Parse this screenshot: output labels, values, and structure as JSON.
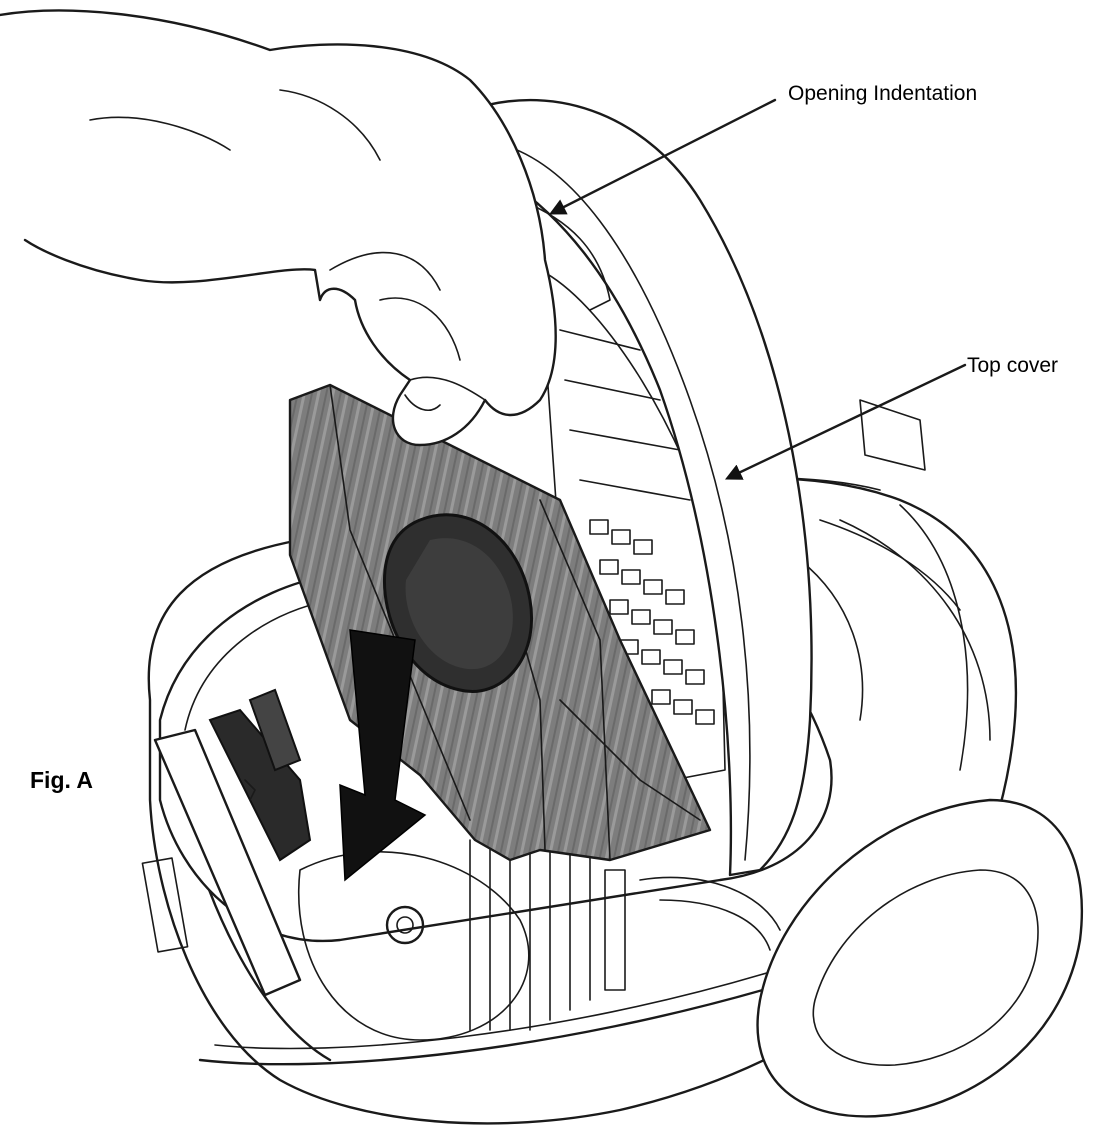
{
  "labels": {
    "opening_indentation": "Opening Indentation",
    "top_cover": "Top cover",
    "figure": "Fig. A"
  },
  "colors": {
    "line": "#1a1a1a",
    "bag": "#7a7a7a",
    "bag_dark": "#3c3c3c",
    "arrow": "#111111"
  }
}
